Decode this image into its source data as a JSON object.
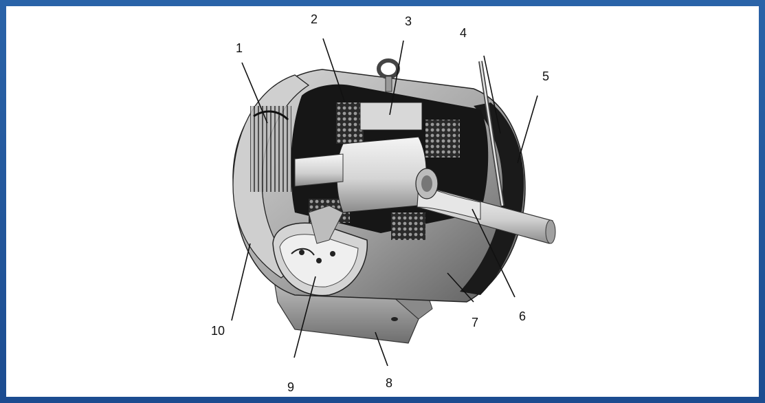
{
  "figure": {
    "subject": "motor-cutaway",
    "callouts": [
      "1",
      "2",
      "3",
      "4",
      "5",
      "6",
      "7",
      "8",
      "9",
      "10"
    ]
  },
  "colors": {
    "frame": "#1d4f93",
    "panel": "#ffffff",
    "ink": "#111111"
  }
}
